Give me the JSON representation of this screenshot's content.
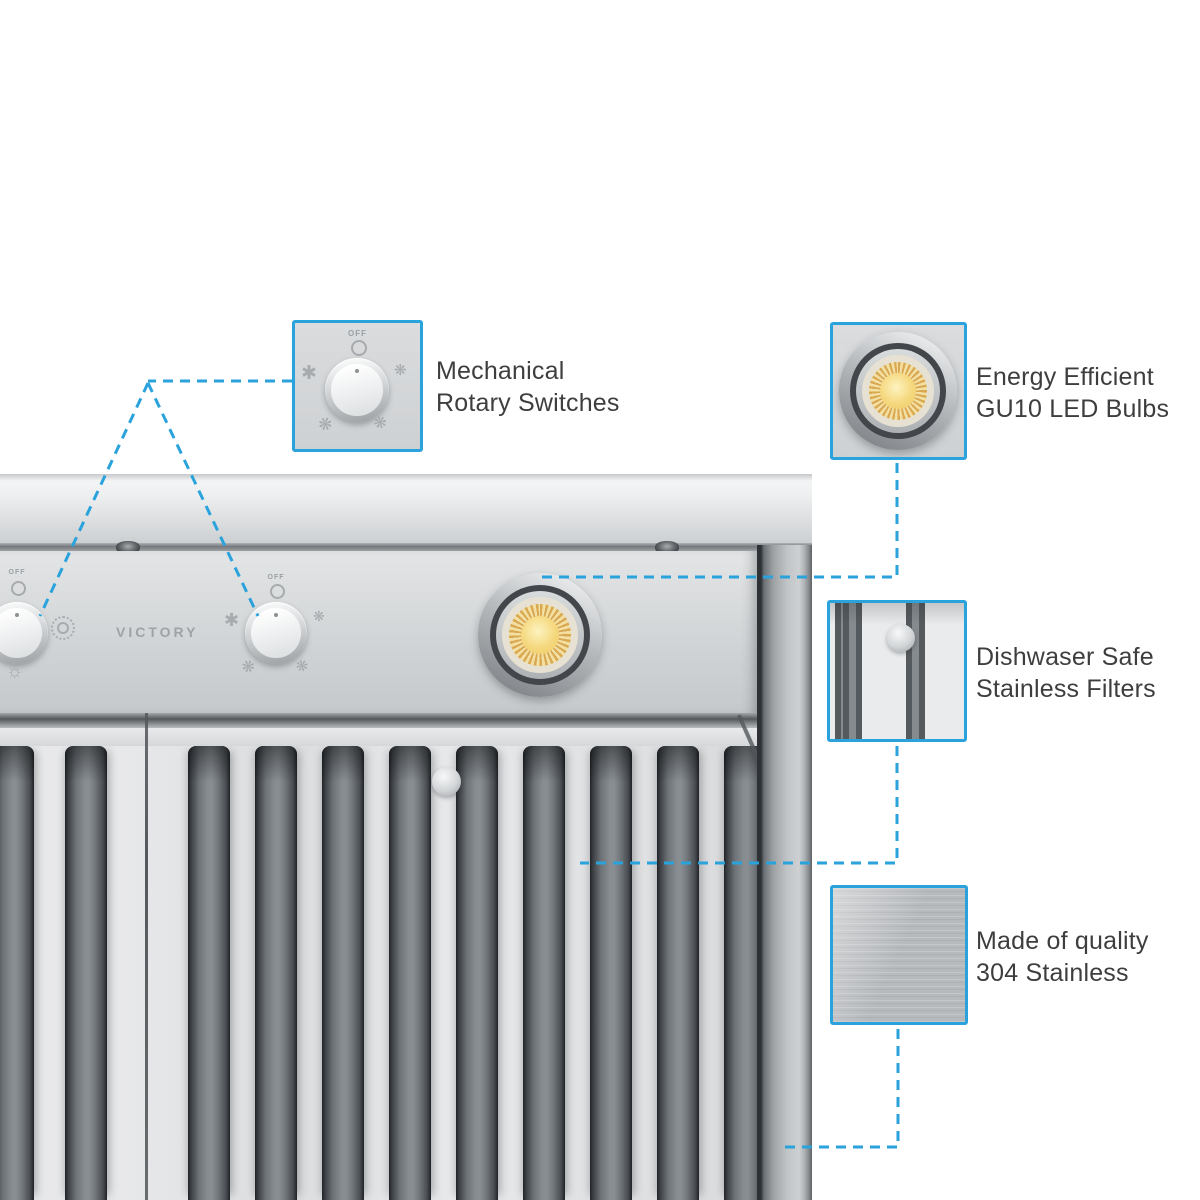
{
  "colors": {
    "accent": "#2aa2dc",
    "label_text": "#3e3e3e",
    "brand_gray": "#a0a3a6",
    "led_core_yellow": "#f5d87e",
    "steel_gray": "#b7babd"
  },
  "brand": {
    "logo_text": "VICTORY"
  },
  "controls": {
    "off_label": "OFF"
  },
  "icons": {
    "fan": "❋",
    "fan_alt": "✱",
    "sun": "☼"
  },
  "callouts": [
    {
      "id": "rotary-switches",
      "line1": "Mechanical",
      "line2": "Rotary Switches"
    },
    {
      "id": "led-bulbs",
      "line1": "Energy Efficient",
      "line2": "GU10 LED Bulbs"
    },
    {
      "id": "stainless-filters",
      "line1": "Dishwaser Safe",
      "line2": "Stainless Filters"
    },
    {
      "id": "304-stainless",
      "line1": "Made of quality",
      "line2": "304 Stainless"
    }
  ]
}
